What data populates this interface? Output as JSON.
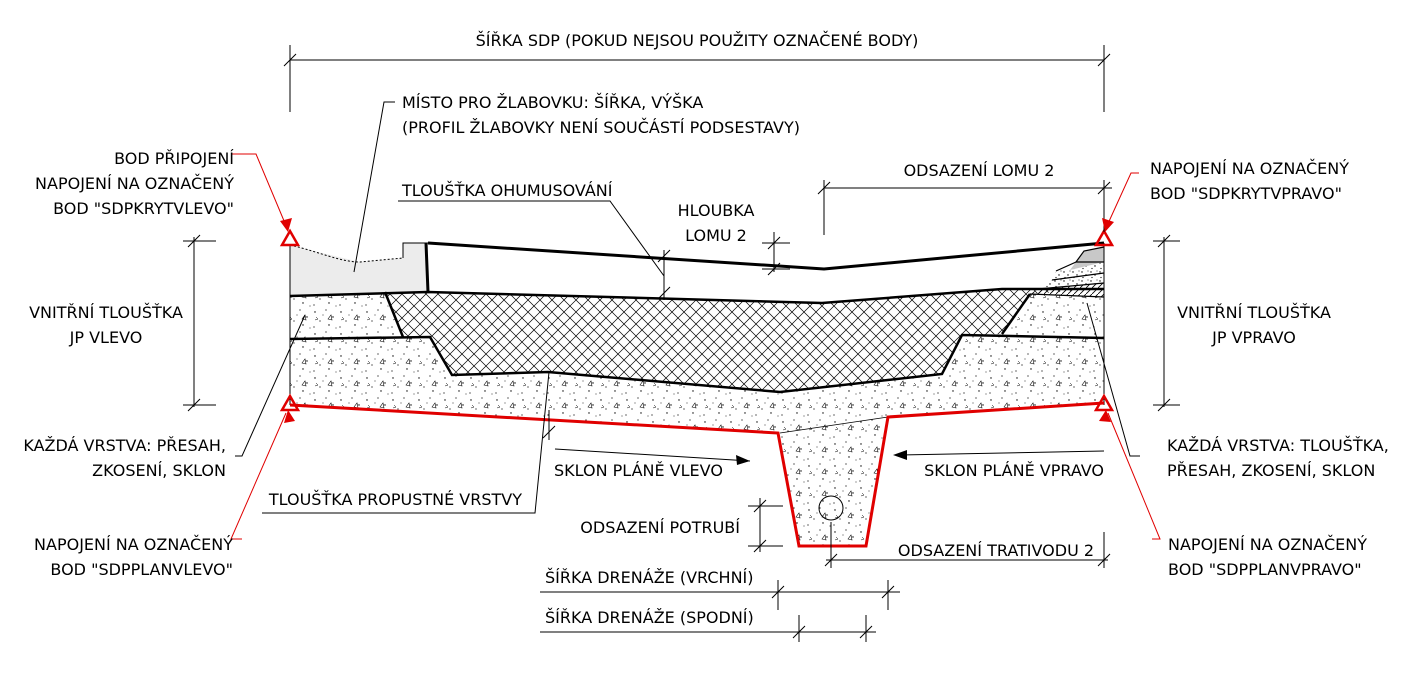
{
  "diagram": {
    "title_width": "ŠÍŘKA SDP (POKUD NEJSOU POUŽITY OZNAČENÉ BODY)",
    "gutter_line1": "MÍSTO PRO ŽLABOVKU: ŠÍŘKA, VÝŠKA",
    "gutter_line2": "(PROFIL ŽLABOVKY NENÍ SOUČÁSTÍ PODSESTAVY)",
    "left_top_point": {
      "line1": "BOD PŘIPOJENÍ",
      "line2": "NAPOJENÍ NA OZNAČENÝ",
      "line3_prefix": "BOD \"",
      "code": "SDPKRYTVLEVO",
      "line3_suffix": "\""
    },
    "right_top_point": {
      "line1": "NAPOJENÍ NA OZNAČENÝ",
      "line2_prefix": "BOD \"",
      "code": "SDPKRYTVPRAVO",
      "line2_suffix": "\""
    },
    "left_bottom_point": {
      "line1": "NAPOJENÍ NA OZNAČENÝ",
      "line2_prefix": "BOD \"",
      "code": "SDPPLANVLEVO",
      "line2_suffix": "\""
    },
    "right_bottom_point": {
      "line1": "NAPOJENÍ NA OZNAČENÝ",
      "line2_prefix": "BOD \"",
      "code": "SDPPLANVPRAVO",
      "line2_suffix": "\""
    },
    "topsoil_thickness": "TLOUŠŤKA OHUMUSOVÁNÍ",
    "break_depth_line1": "HLOUBKA",
    "break_depth_line2": "LOMU 2",
    "break_offset": "ODSAZENÍ LOMU 2",
    "inner_thickness_left_line1": "VNITŘNÍ TLOUŠŤKA",
    "inner_thickness_left_line2": "JP VLEVO",
    "inner_thickness_right_line1": "VNITŘNÍ TLOUŠŤKA",
    "inner_thickness_right_line2": "JP VPRAVO",
    "each_layer_left_line1": "KAŽDÁ VRSTVA: PŘESAH,",
    "each_layer_left_line2": "ZKOSENÍ, SKLON",
    "each_layer_right_line1": "KAŽDÁ VRSTVA: TLOUŠŤKA,",
    "each_layer_right_line2": "PŘESAH, ZKOSENÍ, SKLON",
    "slope_left": "SKLON PLÁNĚ VLEVO",
    "slope_right": "SKLON PLÁNĚ VPRAVO",
    "permeable_thickness": "TLOUŠŤKA PROPUSTNÉ VRSTVY",
    "pipe_offset": "ODSAZENÍ POTRUBÍ",
    "drain_offset": "ODSAZENÍ TRATIVODU 2",
    "drain_width_top": "ŠÍŘKA DRENÁŽE (VRCHNÍ)",
    "drain_width_bottom": "ŠÍŘKA DRENÁŽE (SPODNÍ)",
    "colors": {
      "accent_red": "#e00000",
      "line": "#000000",
      "surface_fill": "#ececec"
    }
  }
}
